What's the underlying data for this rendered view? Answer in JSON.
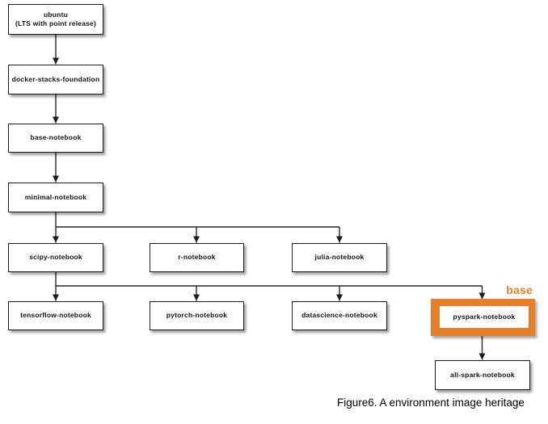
{
  "figure": {
    "caption": "Figure6. A environment image heritage",
    "highlight": {
      "label": "base",
      "color": "#e67f2a",
      "node": "pyspark-notebook"
    },
    "nodes": [
      {
        "label": "ubuntu",
        "sublabel": "(LTS with point release)"
      },
      {
        "label": "docker-stacks-foundation"
      },
      {
        "label": "base-notebook"
      },
      {
        "label": "minimal-notebook"
      },
      {
        "label": "scipy-notebook"
      },
      {
        "label": "r-notebook"
      },
      {
        "label": "julia-notebook"
      },
      {
        "label": "tensorflow-notebook"
      },
      {
        "label": "pytorch-notebook"
      },
      {
        "label": "datascience-notebook"
      },
      {
        "label": "pyspark-notebook"
      },
      {
        "label": "all-spark-notebook"
      }
    ],
    "edges": [
      {
        "from": "ubuntu",
        "to": "docker-stacks-foundation"
      },
      {
        "from": "docker-stacks-foundation",
        "to": "base-notebook"
      },
      {
        "from": "base-notebook",
        "to": "minimal-notebook"
      },
      {
        "from": "minimal-notebook",
        "to": "scipy-notebook"
      },
      {
        "from": "minimal-notebook",
        "to": "r-notebook"
      },
      {
        "from": "minimal-notebook",
        "to": "julia-notebook"
      },
      {
        "from": "scipy-notebook",
        "to": "tensorflow-notebook"
      },
      {
        "from": "scipy-notebook",
        "to": "pytorch-notebook"
      },
      {
        "from": "scipy-notebook",
        "to": "datascience-notebook"
      },
      {
        "from": "scipy-notebook",
        "to": "pyspark-notebook"
      },
      {
        "from": "pyspark-notebook",
        "to": "all-spark-notebook"
      }
    ]
  }
}
